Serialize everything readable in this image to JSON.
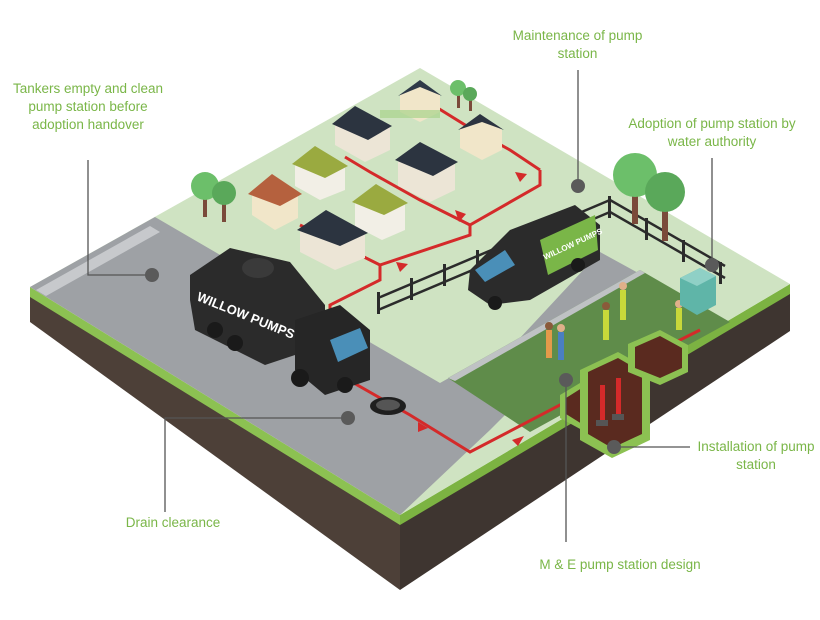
{
  "labels": {
    "tankers": "Tankers empty and clean pump station before adoption handover",
    "maintenance": "Maintenance of pump station",
    "adoption": "Adoption of pump station by water authority",
    "installation": "Installation of pump station",
    "drain": "Drain clearance",
    "me_design": "M & E pump station design"
  },
  "brand": {
    "tanker_logo": "WILLOW PUMPS",
    "van_logo": "WILLOW PUMPS"
  },
  "colors": {
    "label_green": "#7ab648",
    "grass": "#cfe3c2",
    "grass_edge": "#8cc152",
    "road": "#9a9da1",
    "soil": "#4a3f36",
    "pipe": "#d42a2a",
    "vehicle": "#2b2b2b"
  }
}
